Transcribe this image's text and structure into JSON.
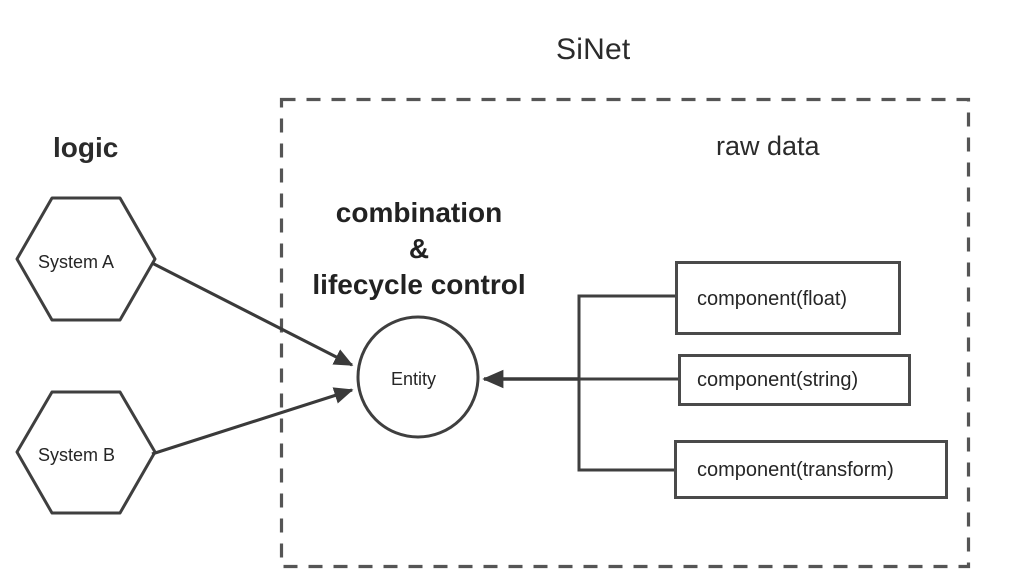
{
  "diagram": {
    "title": "SiNet",
    "left_group_label": "logic",
    "right_group_label": "raw data",
    "center_label_lines": [
      "combination",
      "&",
      "lifecycle control"
    ],
    "center_label_text": "combination & lifecycle control",
    "boundary": {
      "style": "dashed",
      "color": "#555555"
    },
    "colors": {
      "stroke": "#3f3f3f",
      "text": "#2b2b2b",
      "background": "#ffffff",
      "boundary": "#555555"
    },
    "systems": [
      {
        "label": "System A",
        "shape": "hexagon"
      },
      {
        "label": "System B",
        "shape": "hexagon"
      }
    ],
    "entity": {
      "label": "Entity",
      "shape": "circle"
    },
    "components": [
      {
        "label": "component(float)"
      },
      {
        "label": "component(string)"
      },
      {
        "label": "component(transform)"
      }
    ],
    "edges": [
      {
        "from": "System A",
        "to": "Entity",
        "arrow": "to"
      },
      {
        "from": "System B",
        "to": "Entity",
        "arrow": "to"
      },
      {
        "from": "components",
        "to": "Entity",
        "arrow": "to"
      }
    ]
  }
}
